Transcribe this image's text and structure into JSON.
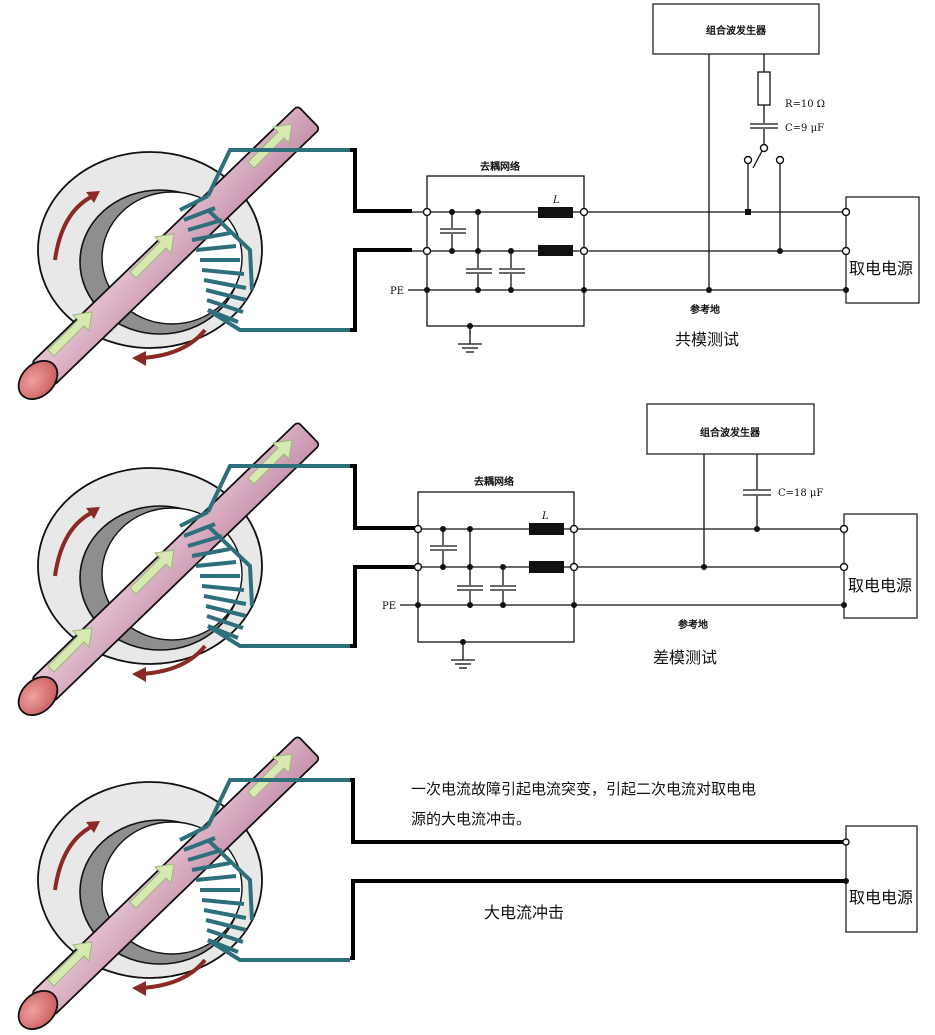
{
  "panels": [
    {
      "id": "common-mode",
      "generator_label": "组合波发生器",
      "network_label": "去耦网络",
      "inductor_label": "L",
      "pe_label": "PE",
      "ground_label": "参考地",
      "resistor_label": "R=10 Ω",
      "capacitor_label": "C=9 μF",
      "load_label": "取电电源",
      "caption": "共模测试"
    },
    {
      "id": "differential-mode",
      "generator_label": "组合波发生器",
      "network_label": "去耦网络",
      "inductor_label": "L",
      "pe_label": "PE",
      "ground_label": "参考地",
      "capacitor_label": "C=18 μF",
      "load_label": "取电电源",
      "caption": "差模测试"
    },
    {
      "id": "surge",
      "note_line1": "一次电流故障引起电流突变，引起二次电流对取电电",
      "note_line2": "源的大电流冲击。",
      "load_label": "取电电源",
      "caption": "大电流冲击"
    }
  ],
  "colors": {
    "conductor": "#d9a9c0",
    "core": "#e6e6e6",
    "core_inner": "#8a8a8a",
    "winding": "#2e6f7c",
    "arrow_green": "#d7e8b0",
    "arrow_red": "#8b2a24"
  }
}
